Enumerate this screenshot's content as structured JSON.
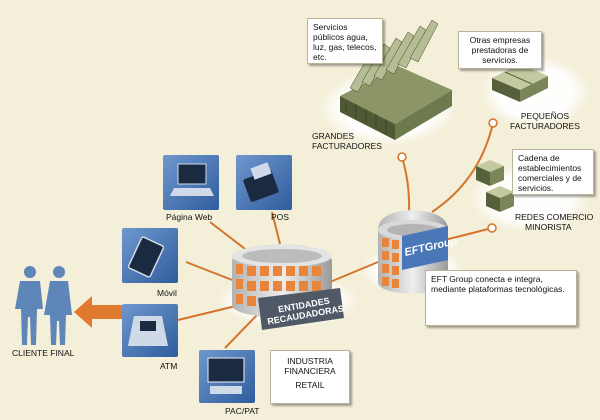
{
  "callouts": {
    "servicios_publicos": "Servicios públicos agua, luz, gas, telecos, etc.",
    "otras_empresas": "Otras empresas prestadoras de servicios.",
    "cadena": "Cadena de establecimientos comerciales y de servicios.",
    "eft_description": "EFT Group conecta e integra, mediante plataformas tecnológicas."
  },
  "labels": {
    "grandes": [
      "GRANDES",
      "FACTURADORES"
    ],
    "pequenos": [
      "PEQUEÑOS",
      "FACTURADORES"
    ],
    "redes": [
      "REDES COMERCIO",
      "MINORISTA"
    ],
    "entidades": [
      "ENTIDADES",
      "RECAUDADORAS"
    ],
    "eft_logo": "EFTGroup",
    "cliente": "CLIENTE FINAL",
    "pagina_web": "Página Web",
    "pos": "POS",
    "movil": "Móvil",
    "atm": "ATM",
    "pac_pat": "PAC/PAT"
  },
  "industry_box": {
    "line1": "INDUSTRIA",
    "line2": "FINANCIERA",
    "line3": "RETAIL"
  },
  "colors": {
    "background": "#f4efd9",
    "connector": "#d4742c",
    "device_blue": "#4a77b8",
    "person_blue": "#5f86b8",
    "building_green": "#6d7a4e",
    "arrow_orange": "#e07a2e"
  }
}
